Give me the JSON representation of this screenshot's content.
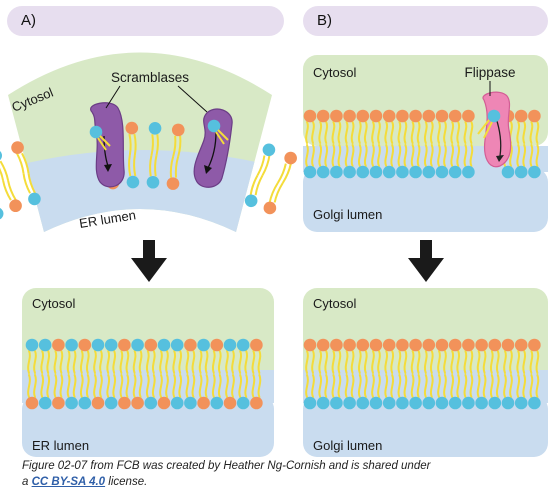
{
  "panels": {
    "a": {
      "label": "A)",
      "top_region": "Cytosol",
      "bottom_region": "ER lumen",
      "protein_label": "Scramblases",
      "result_top": "Cytosol",
      "result_bottom": "ER lumen"
    },
    "b": {
      "label": "B)",
      "top_region": "Cytosol",
      "bottom_region": "Golgi lumen",
      "protein_label": "Flippase",
      "result_top": "Cytosol",
      "result_bottom": "Golgi lumen"
    }
  },
  "caption": {
    "line1": "Figure 02-07 from FCB was created by Heather Ng-Cornish and is shared under",
    "prefix": "a ",
    "link_text": "CC BY-SA 4.0",
    "suffix": " license."
  },
  "colors": {
    "cytosol": "#d8e9c6",
    "lumen": "#c9dcef",
    "orange_head": "#f2925a",
    "blue_head": "#56c0de",
    "tail": "#f4dc3a",
    "scramblase": "#8e5aa8",
    "flippase": "#ee86b5",
    "arrow": "#1a1a1a",
    "label_bg": "#e7deef"
  }
}
